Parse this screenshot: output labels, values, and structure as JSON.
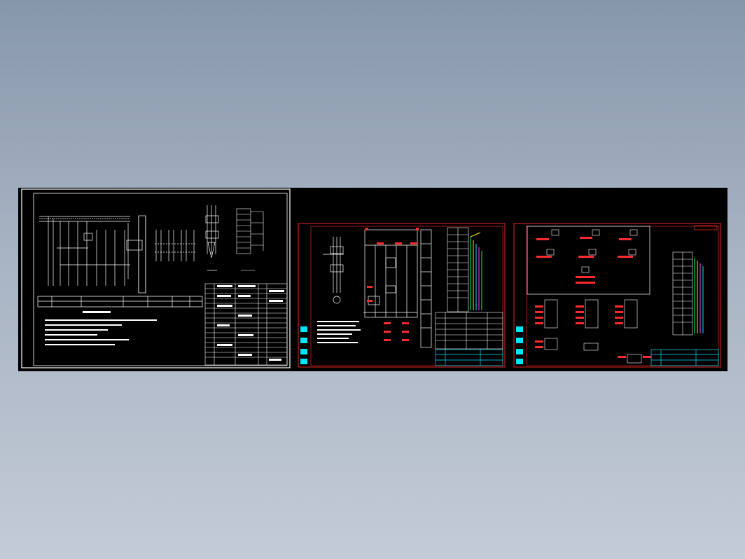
{
  "viewer": {
    "background_top": "#8797ab",
    "background_bottom": "#c3cbd6",
    "drawing_background": "#000000"
  },
  "colors": {
    "line_white": "#ffffff",
    "line_red": "#ff2a2a",
    "line_cyan": "#00e5ff",
    "line_yellow": "#ffe600",
    "line_green": "#00ff40",
    "line_magenta": "#ff40ff"
  },
  "sheets": [
    {
      "id": "sheet-1",
      "frame": "white"
    },
    {
      "id": "sheet-2",
      "frame": "red"
    },
    {
      "id": "sheet-3",
      "frame": "red"
    }
  ]
}
